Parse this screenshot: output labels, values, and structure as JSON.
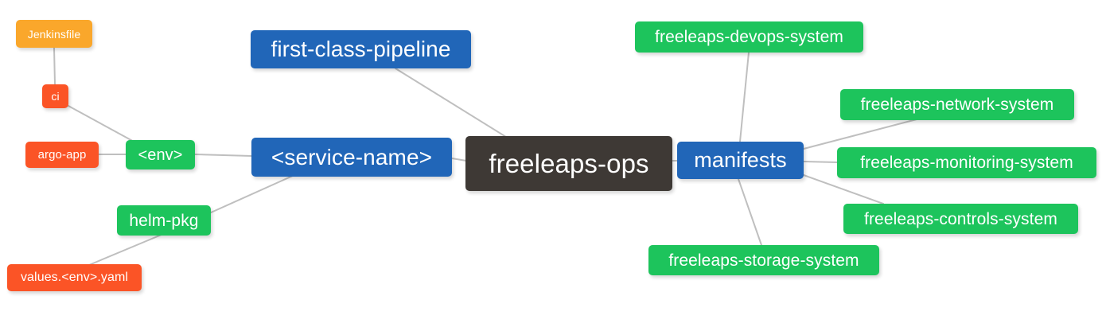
{
  "diagram": {
    "type": "mindmap",
    "title": "freeleaps-ops",
    "background": "#ffffff",
    "edge_color": "#bfbfbf",
    "palette": {
      "root": "#3e3935",
      "blue": "#2166b8",
      "green": "#1dc45c",
      "red": "#fb5426",
      "orange": "#faa72b"
    }
  },
  "nodes": {
    "root": {
      "label": "freeleaps-ops",
      "color": "#3e3935",
      "level": 0
    },
    "first_class_pipeline": {
      "label": "first-class-pipeline",
      "color": "#2166b8",
      "level": 1
    },
    "service_name": {
      "label": "<service-name>",
      "color": "#2166b8",
      "level": 1
    },
    "manifests": {
      "label": "manifests",
      "color": "#2166b8",
      "level": 1
    },
    "env": {
      "label": "<env>",
      "color": "#1dc45c",
      "level": 2
    },
    "helm_pkg": {
      "label": "helm-pkg",
      "color": "#1dc45c",
      "level": 2
    },
    "ci": {
      "label": "ci",
      "color": "#fb5426",
      "level": 3
    },
    "argo_app": {
      "label": "argo-app",
      "color": "#fb5426",
      "level": 3
    },
    "values_yaml": {
      "label": "values.<env>.yaml",
      "color": "#fb5426",
      "level": 3
    },
    "jenkinsfile": {
      "label": "Jenkinsfile",
      "color": "#faa72b",
      "level": 4
    },
    "devops_system": {
      "label": "freeleaps-devops-system",
      "color": "#1dc45c",
      "level": 2
    },
    "network_system": {
      "label": "freeleaps-network-system",
      "color": "#1dc45c",
      "level": 2
    },
    "monitoring_system": {
      "label": "freeleaps-monitoring-system",
      "color": "#1dc45c",
      "level": 2
    },
    "controls_system": {
      "label": "freeleaps-controls-system",
      "color": "#1dc45c",
      "level": 2
    },
    "storage_system": {
      "label": "freeleaps-storage-system",
      "color": "#1dc45c",
      "level": 2
    }
  },
  "edges": [
    {
      "from": "root",
      "to": "first_class_pipeline"
    },
    {
      "from": "root",
      "to": "service_name"
    },
    {
      "from": "root",
      "to": "manifests"
    },
    {
      "from": "service_name",
      "to": "env"
    },
    {
      "from": "service_name",
      "to": "helm_pkg"
    },
    {
      "from": "env",
      "to": "ci"
    },
    {
      "from": "env",
      "to": "argo_app"
    },
    {
      "from": "ci",
      "to": "jenkinsfile"
    },
    {
      "from": "helm_pkg",
      "to": "values_yaml"
    },
    {
      "from": "manifests",
      "to": "devops_system"
    },
    {
      "from": "manifests",
      "to": "network_system"
    },
    {
      "from": "manifests",
      "to": "monitoring_system"
    },
    {
      "from": "manifests",
      "to": "controls_system"
    },
    {
      "from": "manifests",
      "to": "storage_system"
    }
  ]
}
